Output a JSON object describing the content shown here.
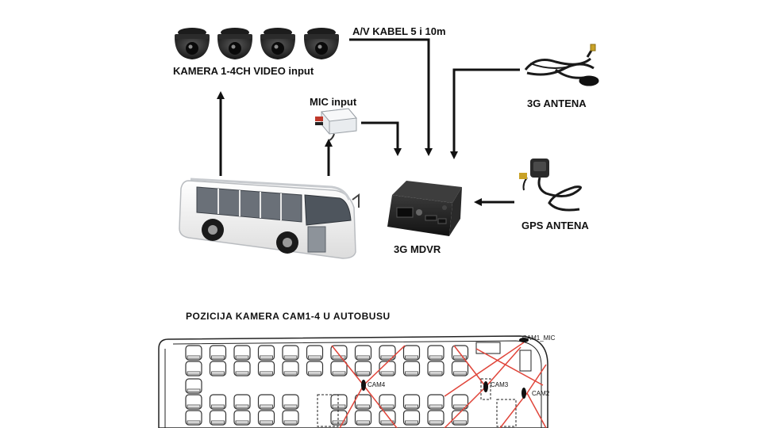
{
  "labels": {
    "camera": "KAMERA 1-4CH VIDEO input",
    "av_cable": "A/V KABEL 5 i 10m",
    "mic": "MIC input",
    "antenna_3g": "3G ANTENA",
    "gps_antenna": "GPS ANTENA",
    "mdvr": "3G MDVR"
  },
  "floorplan": {
    "title": "POZICIJA  KAMERA  CAM1-4  U  AUTOBUSU",
    "cam1": "CAM1_MIC",
    "cam2": "CAM2",
    "cam3": "CAM3",
    "cam4": "CAM4"
  },
  "colors": {
    "arrow": "#111111",
    "camera_body": "#2a2a2a",
    "bus_body": "#f2f2f2",
    "bus_window": "#6a7078",
    "mdvr_body": "#1e1e1e",
    "coverage_lines": "#e0453a",
    "seat_outline": "#333333"
  },
  "icons": [
    "dome-camera-icon",
    "microphone-module-icon",
    "3g-antenna-icon",
    "gps-antenna-icon",
    "bus-icon",
    "mdvr-device-icon"
  ]
}
